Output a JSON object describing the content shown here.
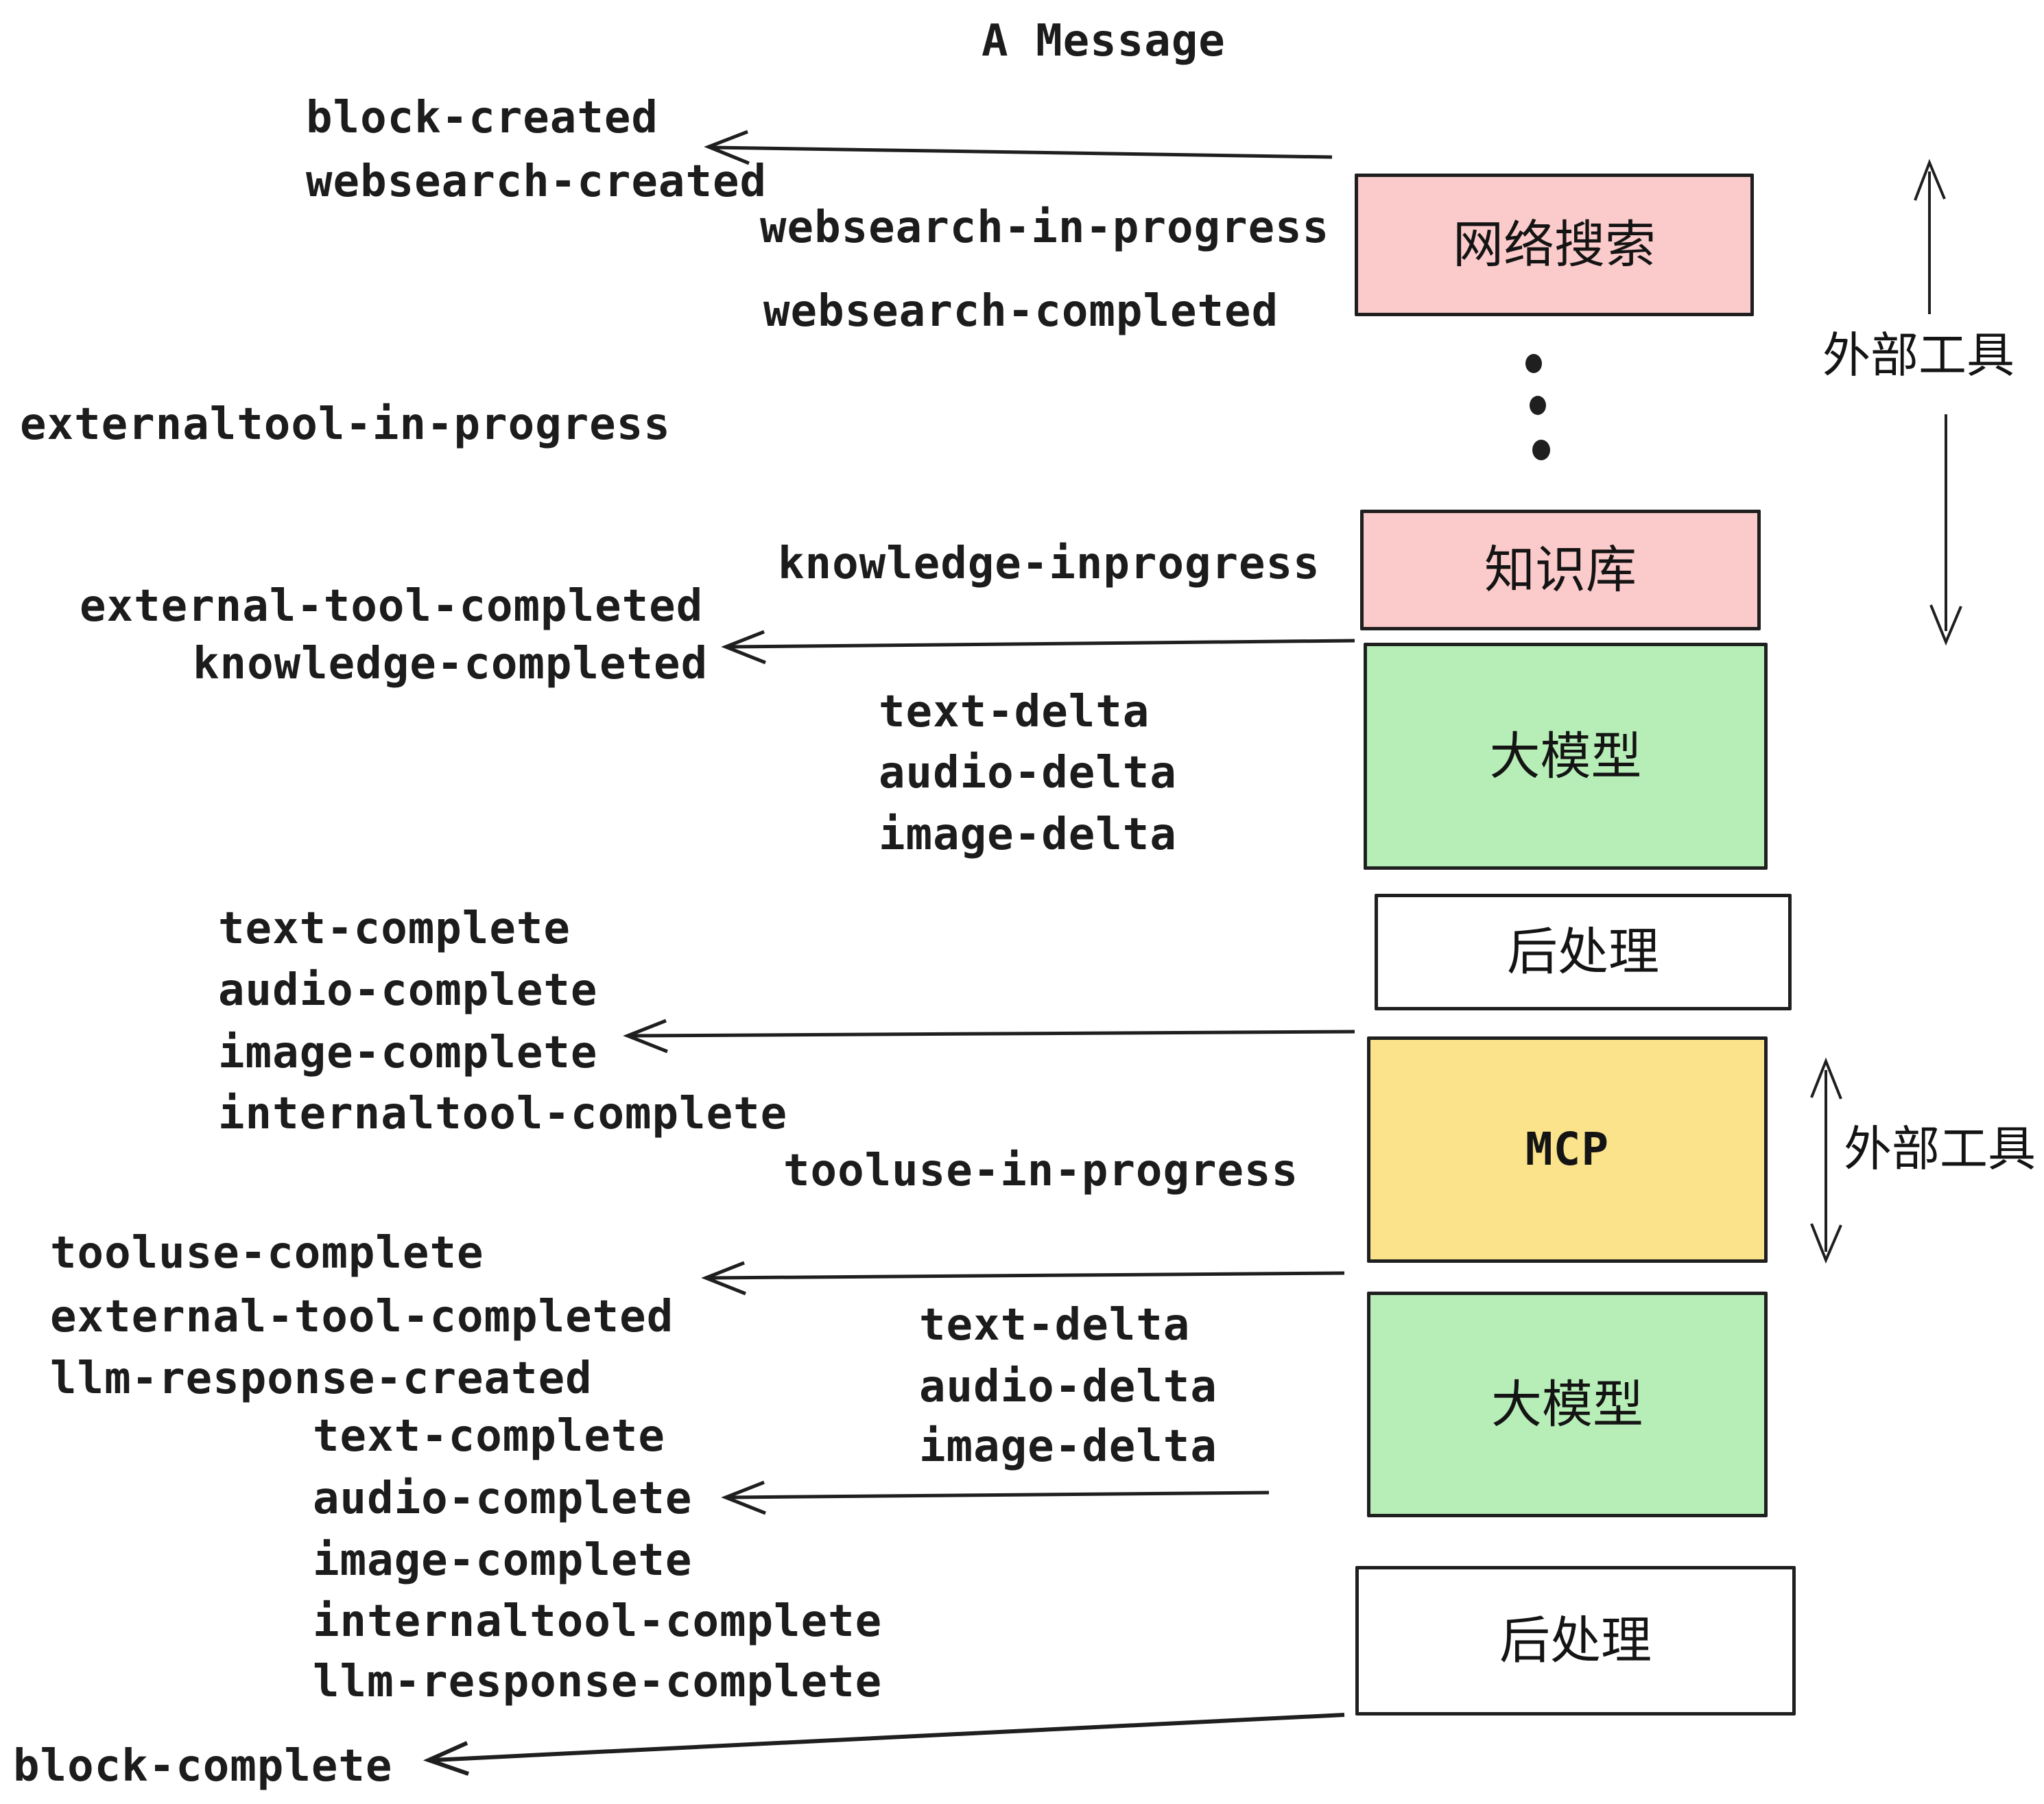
{
  "title": "A Message",
  "events": {
    "block_created": "block-created",
    "websearch_created": "websearch-created",
    "websearch_in_progress": "websearch-in-progress",
    "websearch_completed": "websearch-completed",
    "externaltool_in_progress": "externaltool-in-progress",
    "knowledge_inprogress": "knowledge-inprogress",
    "external_tool_completed": "external-tool-completed",
    "knowledge_completed": "knowledge-completed",
    "text_delta": "text-delta",
    "audio_delta": "audio-delta",
    "image_delta": "image-delta",
    "text_complete": "text-complete",
    "audio_complete": "audio-complete",
    "image_complete": "image-complete",
    "internaltool_complete": "internaltool-complete",
    "tooluse_in_progress": "tooluse-in-progress",
    "tooluse_complete": "tooluse-complete",
    "external_tool_completed_2": "external-tool-completed",
    "llm_response_created": "llm-response-created",
    "text_complete_2": "text-complete",
    "audio_complete_2": "audio-complete",
    "image_complete_2": "image-complete",
    "internaltool_complete_2": "internaltool-complete",
    "llm_response_complete": "llm-response-complete",
    "text_delta_2": "text-delta",
    "audio_delta_2": "audio-delta",
    "image_delta_2": "image-delta",
    "block_complete": "block-complete"
  },
  "boxes": {
    "websearch": "网络搜索",
    "knowledge": "知识库",
    "llm_1": "大模型",
    "postprocess_1": "后处理",
    "mcp": "MCP",
    "llm_2": "大模型",
    "postprocess_2": "后处理"
  },
  "side_labels": {
    "external_tools_top": "外部工具",
    "external_tools_mid": "外部工具"
  },
  "colors": {
    "pink": "#fbcaca",
    "green": "#b7eeb7",
    "yellow": "#fae38a",
    "white": "#ffffff",
    "ink": "#1f1f1f"
  }
}
